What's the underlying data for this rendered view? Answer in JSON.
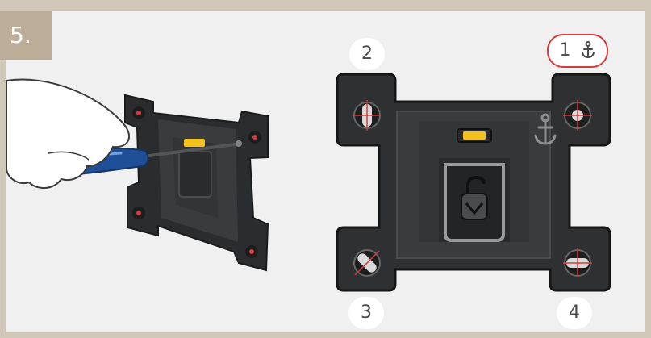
{
  "step": {
    "number": "5."
  },
  "labels": {
    "hole_2": "2",
    "hole_1": "1",
    "hole_3": "3",
    "hole_4": "4"
  },
  "icons": {
    "anchor_badge": "anchor-icon",
    "anchor_plate": "anchor-icon",
    "level": "bubble-level-icon",
    "lock": "unlock-icon",
    "tool": "screwdriver-icon"
  },
  "colors": {
    "frame": "#d2c8b9",
    "step_tab": "#bcae99",
    "background": "#f0f0f0",
    "plate": "#2f3031",
    "accent_red": "#d23c3c",
    "level_yellow": "#f2c21b",
    "handle_blue": "#1f4f97"
  }
}
